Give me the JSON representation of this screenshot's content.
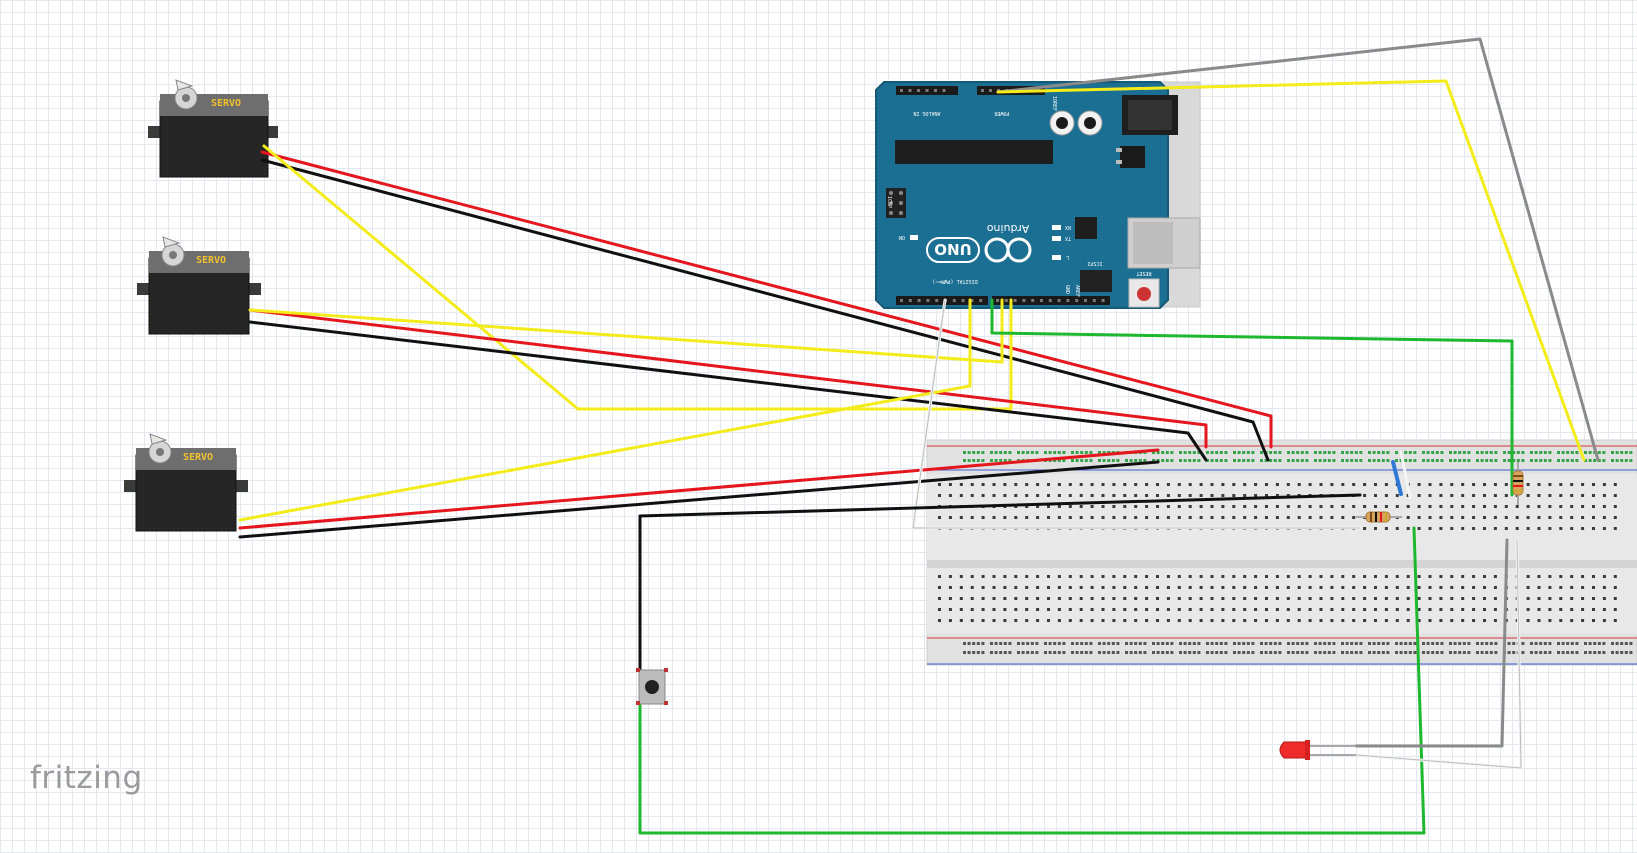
{
  "app": {
    "logo_text": "fritzing"
  },
  "colors": {
    "red_wire": "#e5161d",
    "black_wire": "#101010",
    "yellow_wire": "#f3ec1a",
    "green_wire": "#1db82e",
    "gray_wire": "#8a8a8a",
    "white_wire": "#f4f4f4",
    "blue_wire": "#2f79d6",
    "arduino_body": "#1b6f92",
    "breadboard_body": "#e3e3e3",
    "servo_body": "#2a2a2a",
    "servo_label": "#f2c12e"
  },
  "servos": [
    {
      "label": "SERVO"
    },
    {
      "label": "SERVO"
    },
    {
      "label": "SERVO"
    }
  ],
  "arduino": {
    "brand": "Arduino",
    "model": "UNO",
    "digital_label": "DIGITAL (PWM=~)",
    "analog_label": "ANALOG IN",
    "power_label": "POWER",
    "icsp_label": "ICSP",
    "icsp2_label": "ICSP2",
    "reset_label": "RESET",
    "on_label": "ON",
    "tx_label": "TX",
    "rx_label": "RX",
    "l_label": "L",
    "aref_label": "AREF",
    "gnd_label": "GND",
    "ioref_label": "IOREF"
  }
}
